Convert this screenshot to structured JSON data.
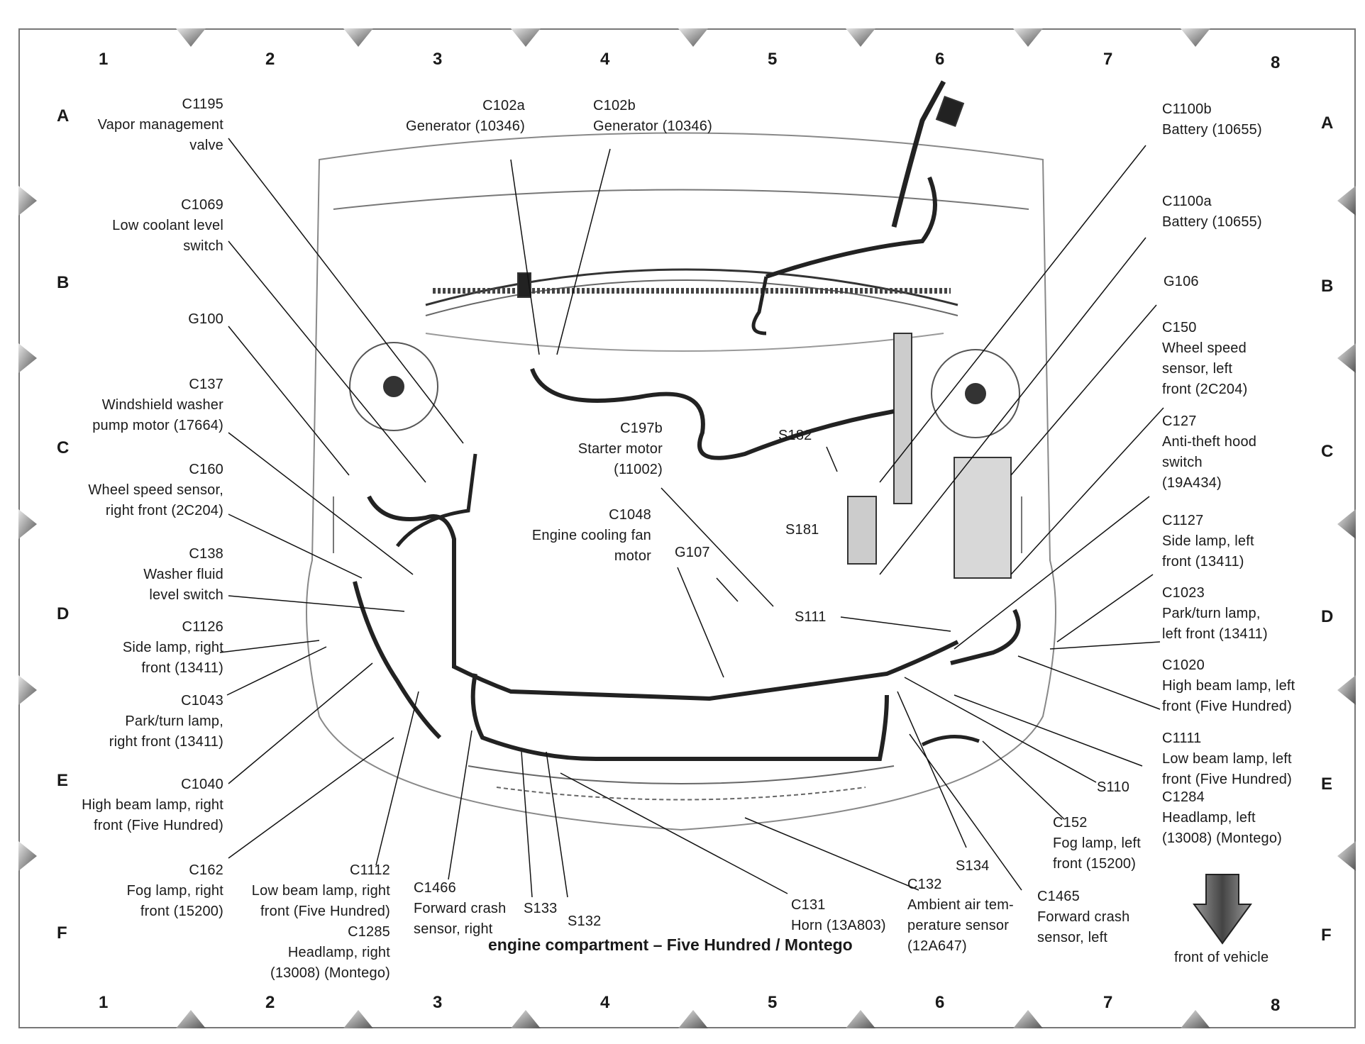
{
  "grid": {
    "columns": [
      "1",
      "2",
      "3",
      "4",
      "5",
      "6",
      "7",
      "8"
    ],
    "rows": [
      "A",
      "B",
      "C",
      "D",
      "E",
      "F"
    ]
  },
  "labels": {
    "c1195": "C1195\nVapor management\nvalve",
    "c1069": "C1069\nLow coolant level\nswitch",
    "g100": "G100",
    "c137": "C137\nWindshield washer\npump motor (17664)",
    "c160": "C160\nWheel speed sensor,\nright front (2C204)",
    "c138": "C138\nWasher fluid\nlevel switch",
    "c1126": "C1126\nSide lamp, right\nfront (13411)",
    "c1043": "C1043\nPark/turn lamp,\nright front (13411)",
    "c1040": "C1040\nHigh beam lamp, right\nfront (Five Hundred)",
    "c162": "C162\nFog lamp, right\nfront (15200)",
    "c1112": "C1112\nLow beam lamp, right\nfront (Five Hundred)\nC1285\nHeadlamp, right\n(13008) (Montego)",
    "c1466": "C1466\nForward crash\nsensor, right",
    "s133": "S133",
    "s132": "S132",
    "c102a": "C102a\nGenerator (10346)",
    "c102b": "C102b\nGenerator (10346)",
    "c197b": "C197b\nStarter motor\n(11002)",
    "c1048": "C1048\nEngine cooling fan\nmotor",
    "g107": "G107",
    "s182": "S182",
    "s181": "S181",
    "s111": "S111",
    "c131": "C131\nHorn (13A803)",
    "c132": "C132\nAmbient air tem-\nperature sensor\n(12A647)",
    "s134": "S134",
    "c1465": "C1465\nForward crash\nsensor, left",
    "c152": "C152\nFog lamp, left\nfront (15200)",
    "s110": "S110",
    "c1100b": "C1100b\nBattery (10655)",
    "c1100a": "C1100a\nBattery (10655)",
    "g106": "G106",
    "c150": "C150\nWheel speed\nsensor, left\nfront (2C204)",
    "c127": "C127\nAnti-theft hood\nswitch\n(19A434)",
    "c1127": "C1127\nSide lamp, left\nfront (13411)",
    "c1023": "C1023\nPark/turn lamp,\nleft front (13411)",
    "c1020": "C1020\nHigh beam lamp, left\nfront (Five Hundred)",
    "c1111": "C1111\nLow beam lamp, left\nfront (Five Hundred)",
    "c1284": "C1284\nHeadlamp, left\n(13008) (Montego)",
    "front": "front of vehicle"
  },
  "caption": "engine compartment – Five Hundred / Montego"
}
